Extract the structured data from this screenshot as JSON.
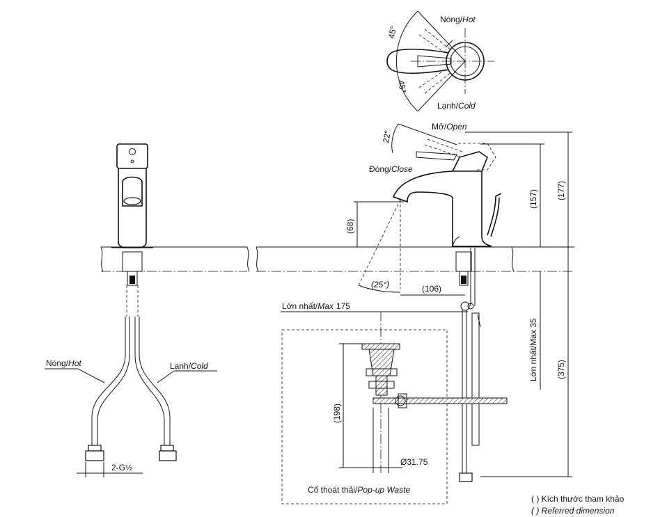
{
  "top_view": {
    "hot_label": "Nóng/",
    "hot_label_en": "Hot",
    "cold_label": "Lạnh/",
    "cold_label_en": "Cold",
    "angle_upper": "45°",
    "angle_lower": "45°"
  },
  "side_view": {
    "open_label": "Mở/",
    "open_label_en": "Open",
    "close_label": "Đóng/",
    "close_label_en": "Close",
    "angle_handle": "22°",
    "dim_height_spout": "(68)",
    "dim_height_body": "(157)",
    "dim_height_total": "(177)",
    "dim_spout_angle": "(25°)",
    "dim_spout_reach": "(106)",
    "dim_deck_max": "Lớn nhất/Max 35",
    "dim_below": "(375)"
  },
  "front_view": {
    "hot_hose_label": "Nóng/",
    "hot_hose_label_en": "Hot",
    "cold_hose_label": "Lanh/",
    "cold_hose_label_en": "Cold",
    "connection_label": "2-G½"
  },
  "waste": {
    "max_label": "Lớn nhất/",
    "max_label_en": "Max",
    "max_value": "175",
    "dim_height": "(198)",
    "dim_diameter": "Ø31.75",
    "caption": "Cổ thoát thải/",
    "caption_en": "Pop-up Waste"
  },
  "notes": {
    "ref_vi": "( ) Kích thước tham khảo",
    "ref_en": "( ) Referred dimension"
  }
}
